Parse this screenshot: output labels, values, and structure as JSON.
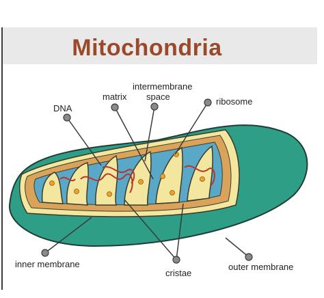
{
  "title": "Mitochondria",
  "labels": {
    "dna": "DNA",
    "matrix": "matrix",
    "intermembrane_line1": "intermembrane",
    "intermembrane_line2": "space",
    "ribosome": "ribosome",
    "inner_membrane": "inner membrane",
    "cristae": "cristae",
    "outer_membrane": "outer membrane"
  },
  "colors": {
    "title": "#9a4a2a",
    "outer_membrane": "#2e9e86",
    "inner_membrane": "#f3e7a0",
    "intermembrane_space": "#d9a35c",
    "matrix": "#5aa8c8",
    "dna": "#b8332a",
    "ribosome": "#f0a02a",
    "label_dot": "#8a8a8a"
  }
}
